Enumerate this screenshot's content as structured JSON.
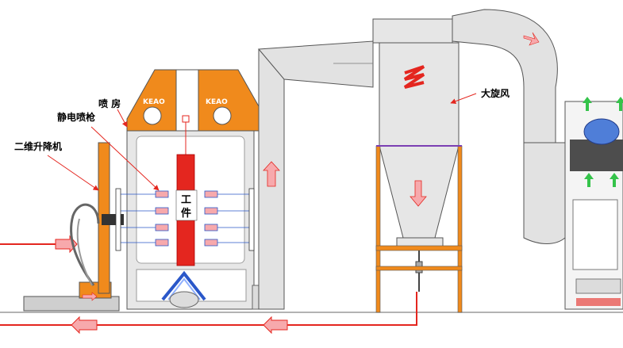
{
  "labels": {
    "spray_booth": "喷 房",
    "electrostatic_gun": "静电喷枪",
    "lifter": "二维升降机",
    "cyclone": "大旋风",
    "workpiece_1": "工",
    "workpiece_2": "件",
    "brand_left": "KEAO",
    "brand_right": "KEAO"
  },
  "colors": {
    "orange": "#F08A1C",
    "gray": "#D9D9D9",
    "dark_gray": "#6E6E6E",
    "red": "#E4261F",
    "pink_arrow": "#F7A9AC",
    "green_arrow": "#34C34A",
    "blue": "#2A57C9"
  }
}
